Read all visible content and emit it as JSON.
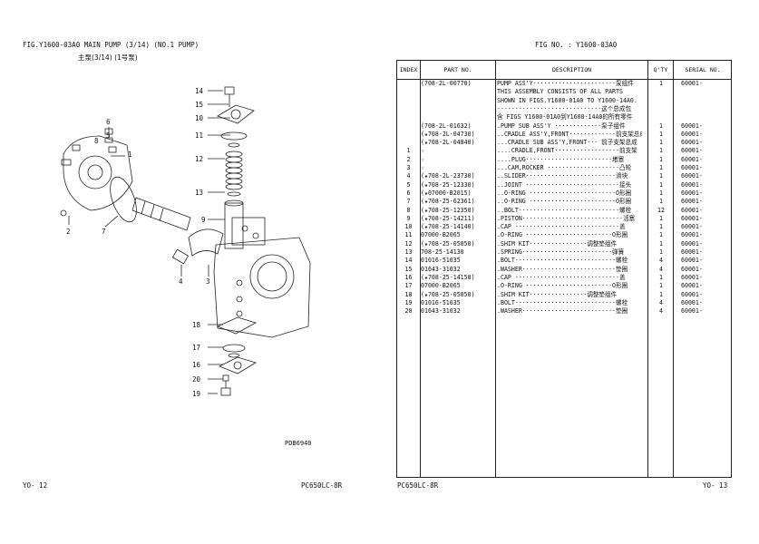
{
  "left_page": {
    "title": "FIG.Y1600-03A0 MAIN PUMP (3/14) (NO.1 PUMP)",
    "subtitle_cn": "主泵(3/14) (1号泵)",
    "diagram_code": "PDB6940",
    "page_number": "YO-  12",
    "model": "PC650LC-8R",
    "callouts": [
      "1",
      "2",
      "3",
      "4",
      "5",
      "6",
      "7",
      "8",
      "9",
      "10",
      "11",
      "12",
      "13",
      "14",
      "15",
      "16",
      "17",
      "18",
      "19",
      "20"
    ]
  },
  "right_page": {
    "fig_no": "FIG NO. : Y1600-03A0",
    "model": "PC650LC-8R",
    "page_number": "YO-  13",
    "headers": {
      "index": "INDEX",
      "part_no": "PART  NO.",
      "description": "DESCRIPTION",
      "qty": "Q'TY",
      "serial": "SERIAL NO."
    },
    "rows": [
      {
        "index": "",
        "part": "(708-2L-00770)",
        "desc": "PUMP ASS'Y·······················泵组件",
        "qty": "1",
        "serial": "60001-"
      },
      {
        "index": "",
        "part": "",
        "desc": "THIS ASSEMBLY CONSISTS OF ALL PARTS",
        "qty": "",
        "serial": ""
      },
      {
        "index": "",
        "part": "",
        "desc": "SHOWN IN FIGS.Y1600-01A0 TO Y1600-14A0.",
        "qty": "",
        "serial": ""
      },
      {
        "index": "",
        "part": "",
        "desc": "·····························这个总成包",
        "qty": "",
        "serial": ""
      },
      {
        "index": "",
        "part": "",
        "desc": "含 FIGS Y1600-01A0到Y1600-14A0的所有零件",
        "qty": "",
        "serial": ""
      },
      {
        "index": "",
        "part": "(708-2L-01632)",
        "desc": ".PUMP SUB ASS'Y ·············泵子组件",
        "qty": "1",
        "serial": "60001-"
      },
      {
        "index": "",
        "part": "(★708-2L-04730)",
        "desc": "..CRADLE ASS'Y,FRONT·············前支架总成",
        "qty": "1",
        "serial": "60001-"
      },
      {
        "index": "",
        "part": "(★708-2L-04840)",
        "desc": "...CRADLE SUB ASS'Y,FRONT··· 前子支架总成",
        "qty": "1",
        "serial": "60001-"
      },
      {
        "index": "1",
        "part": "☆",
        "desc": "....CRADLE,FRONT··················前支架",
        "qty": "1",
        "serial": "60001-"
      },
      {
        "index": "2",
        "part": "☆",
        "desc": "....PLUG························堵塞",
        "qty": "1",
        "serial": "60001-"
      },
      {
        "index": "3",
        "part": "☆",
        "desc": "...CAM,ROCKER ····················凸轮",
        "qty": "1",
        "serial": "60001-"
      },
      {
        "index": "4",
        "part": "(★708-2L-23730)",
        "desc": "..SLIDER·························滑块",
        "qty": "1",
        "serial": "60001-"
      },
      {
        "index": "5",
        "part": "(★708-25-12330)",
        "desc": "..JOINT ··························接头",
        "qty": "1",
        "serial": "60001-"
      },
      {
        "index": "6",
        "part": "(★07000-B2015)",
        "desc": "..O-RING ························O形圈",
        "qty": "1",
        "serial": "60001-"
      },
      {
        "index": "7",
        "part": "(★708-25-62361)",
        "desc": "..O-RING ························O形圈",
        "qty": "1",
        "serial": "60001-"
      },
      {
        "index": "8",
        "part": "(★708-25-12350)",
        "desc": "..BOLT····························螺栓",
        "qty": "12",
        "serial": "60001-"
      },
      {
        "index": "9",
        "part": "(★708-25-14211)",
        "desc": ".PISTON····························活塞",
        "qty": "1",
        "serial": "60001-"
      },
      {
        "index": "10",
        "part": "(★708-25-14140)",
        "desc": ".CAP ·····························盖",
        "qty": "1",
        "serial": "60001-"
      },
      {
        "index": "11",
        "part": "07000-B2065",
        "desc": ".O-RING ························O形圈",
        "qty": "1",
        "serial": "60001-"
      },
      {
        "index": "12",
        "part": "(★708-25-05050)",
        "desc": ".SHIM KIT················调整垫组件",
        "qty": "1",
        "serial": "60001-"
      },
      {
        "index": "13",
        "part": "708-25-14130",
        "desc": ".SPRING·························弹簧",
        "qty": "1",
        "serial": "60001-"
      },
      {
        "index": "14",
        "part": "01016-51035",
        "desc": ".BOLT····························螺栓",
        "qty": "4",
        "serial": "60001-"
      },
      {
        "index": "15",
        "part": "01643-31032",
        "desc": ".WASHER··························垫圈",
        "qty": "4",
        "serial": "60001-"
      },
      {
        "index": "16",
        "part": "(★708-25-14150)",
        "desc": ".CAP ·····························盖",
        "qty": "1",
        "serial": "60001-"
      },
      {
        "index": "17",
        "part": "07000-B2065",
        "desc": ".O-RING ························O形圈",
        "qty": "1",
        "serial": "60001-"
      },
      {
        "index": "18",
        "part": "(★708-25-05050)",
        "desc": ".SHIM KIT················调整垫组件",
        "qty": "1",
        "serial": "60001-"
      },
      {
        "index": "19",
        "part": "01016-51035",
        "desc": ".BOLT····························螺栓",
        "qty": "4",
        "serial": "60001-"
      },
      {
        "index": "20",
        "part": "01643-31032",
        "desc": ".WASHER··························垫圈",
        "qty": "4",
        "serial": "60001-"
      }
    ]
  }
}
